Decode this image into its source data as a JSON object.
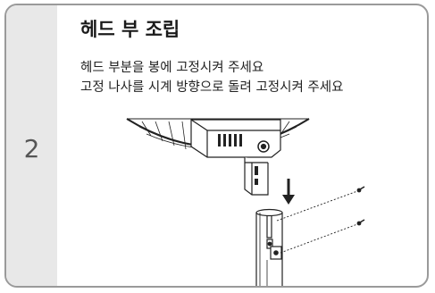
{
  "step": {
    "number": "2",
    "title": "헤드 부 조립",
    "lines": [
      "헤드 부분을 봉에 고정시켜 주세요",
      "고정 나사를 시계 방향으로 돌려 고정시켜 주세요"
    ]
  },
  "illustration": {
    "description_icon": "fan-head-assembly-diagram",
    "stroke_color": "#222222",
    "fill_color": "#ffffff"
  }
}
